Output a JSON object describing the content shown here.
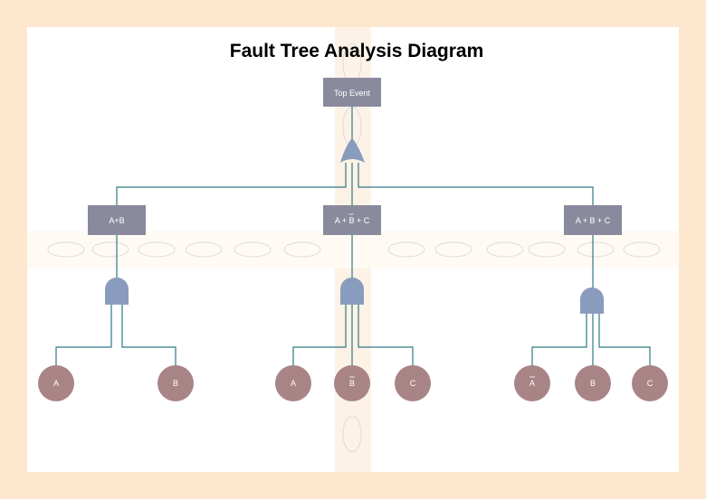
{
  "diagram": {
    "title": "Fault Tree Analysis Diagram",
    "top_event": {
      "label": "Top Event"
    },
    "top_gate": {
      "type": "or-gate"
    },
    "intermediate_events": [
      {
        "label": "A+B",
        "gate": "and-gate",
        "inputs": [
          {
            "label": "A",
            "bar": false
          },
          {
            "label": "B",
            "bar": false
          }
        ]
      },
      {
        "label_parts": [
          "A + ",
          "B",
          " + C"
        ],
        "bar_on": "B",
        "gate": "and-gate",
        "inputs": [
          {
            "label": "A",
            "bar": false
          },
          {
            "label": "B",
            "bar": true
          },
          {
            "label": "C",
            "bar": false
          }
        ]
      },
      {
        "label": "A + B + C",
        "gate": "and-gate",
        "inputs": [
          {
            "label": "A",
            "bar": true
          },
          {
            "label": "B",
            "bar": false
          },
          {
            "label": "C",
            "bar": false
          }
        ]
      }
    ],
    "colors": {
      "page_bg": "#fde8cf",
      "canvas_bg": "#ffffff",
      "event_box": "#8a8a9e",
      "gate": "#8a9cbd",
      "basic_event": "#a88487",
      "connector": "#2e7a85",
      "guide": "#dcdcdc"
    }
  }
}
